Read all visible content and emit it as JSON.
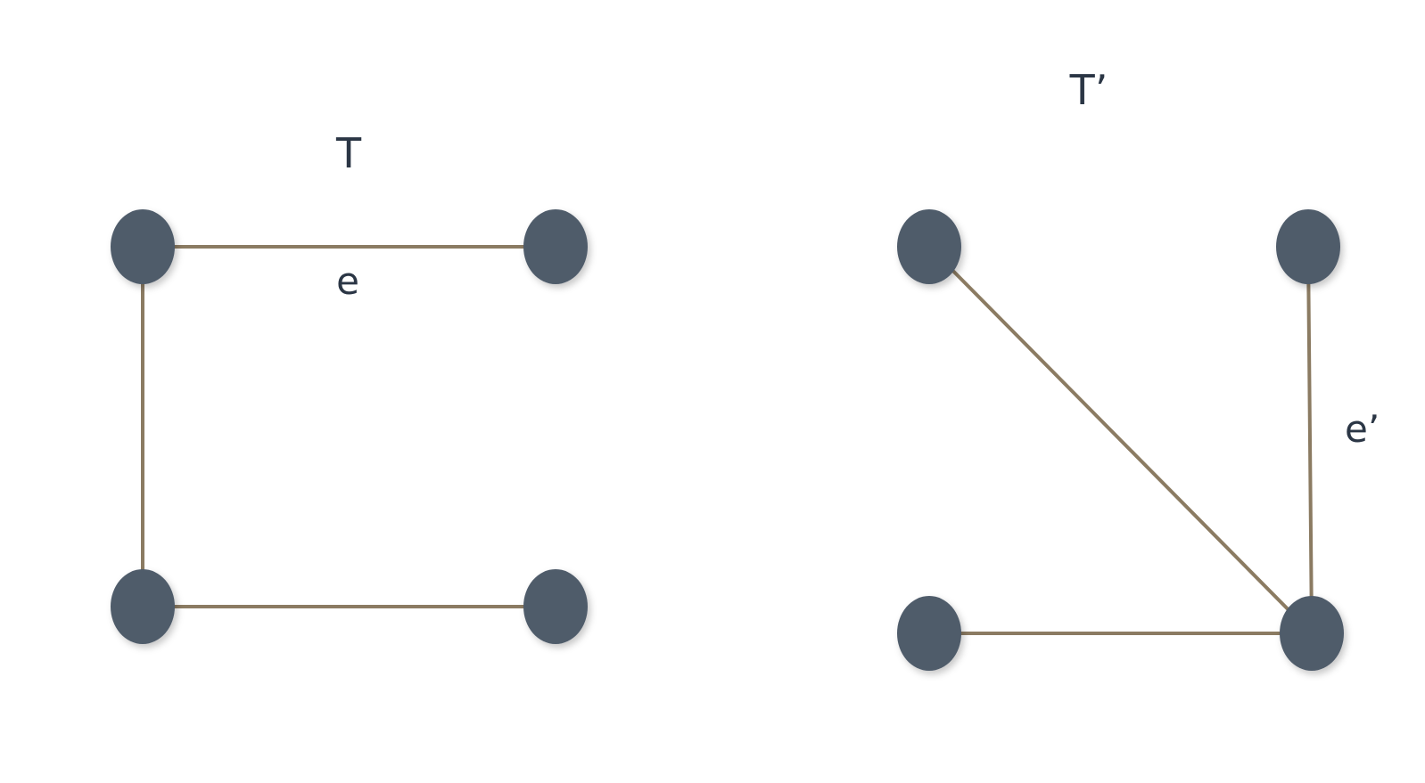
{
  "colors": {
    "node_fill": "#4f5b6b",
    "edge_stroke": "#8b7b62",
    "text": "#2b3645",
    "background": "#ffffff"
  },
  "graphs": {
    "T": {
      "title": "T",
      "highlighted_edge_label": "e",
      "node_count": 4,
      "edge_count": 3
    },
    "T_prime": {
      "title": "T’",
      "highlighted_edge_label": "e’",
      "node_count": 4,
      "edge_count": 3
    }
  }
}
